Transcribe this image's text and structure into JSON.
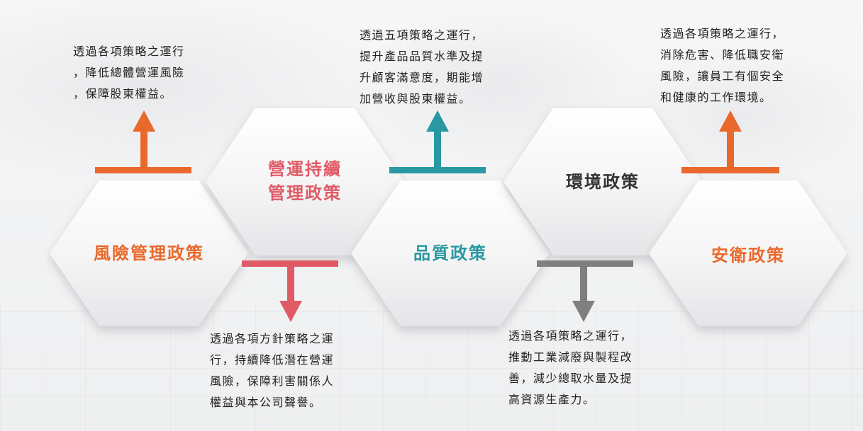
{
  "colors": {
    "orange": "#e9692c",
    "pink": "#e05a66",
    "teal": "#2a98a2",
    "gray": "#7f7f7f"
  },
  "diagram": {
    "nodes": [
      {
        "label": "風險管理政策",
        "label_lines": [
          "風險管理政策"
        ],
        "color": "#e9692c",
        "arrow": "up",
        "description_lines": [
          "透過各項策略之運行",
          "，降低總體營運風險",
          "，保障股東權益。"
        ]
      },
      {
        "label": "營運持續管理政策",
        "label_lines": [
          "營運持續",
          "管理政策"
        ],
        "color": "#e05a66",
        "arrow": "down",
        "description_lines": [
          "透過各項方針策略之運",
          "行，持續降低潛在營運",
          "風險，保障利害關係人",
          "權益與本公司聲譽。"
        ]
      },
      {
        "label": "品質政策",
        "label_lines": [
          "品質政策"
        ],
        "color": "#2a98a2",
        "arrow": "up",
        "description_lines": [
          "透過五項策略之運行，",
          "提升產品品質水準及提",
          "升顧客滿意度，期能增",
          "加營收與股東權益。"
        ]
      },
      {
        "label": "環境政策",
        "label_lines": [
          "環境政策"
        ],
        "color": "#333333",
        "arrow": "down",
        "arrow_color": "#7f7f7f",
        "description_lines": [
          "透過各項策略之運行，",
          "推動工業減廢與製程改",
          "善，減少總取水量及提",
          "高資源生產力。"
        ]
      },
      {
        "label": "安衛政策",
        "label_lines": [
          "安衛政策"
        ],
        "color": "#e9692c",
        "arrow": "up",
        "description_lines": [
          "透過各項策略之運行，",
          "消除危害、降低職安衛",
          "風險，讓員工有個安全",
          "和健康的工作環境。"
        ]
      }
    ]
  }
}
